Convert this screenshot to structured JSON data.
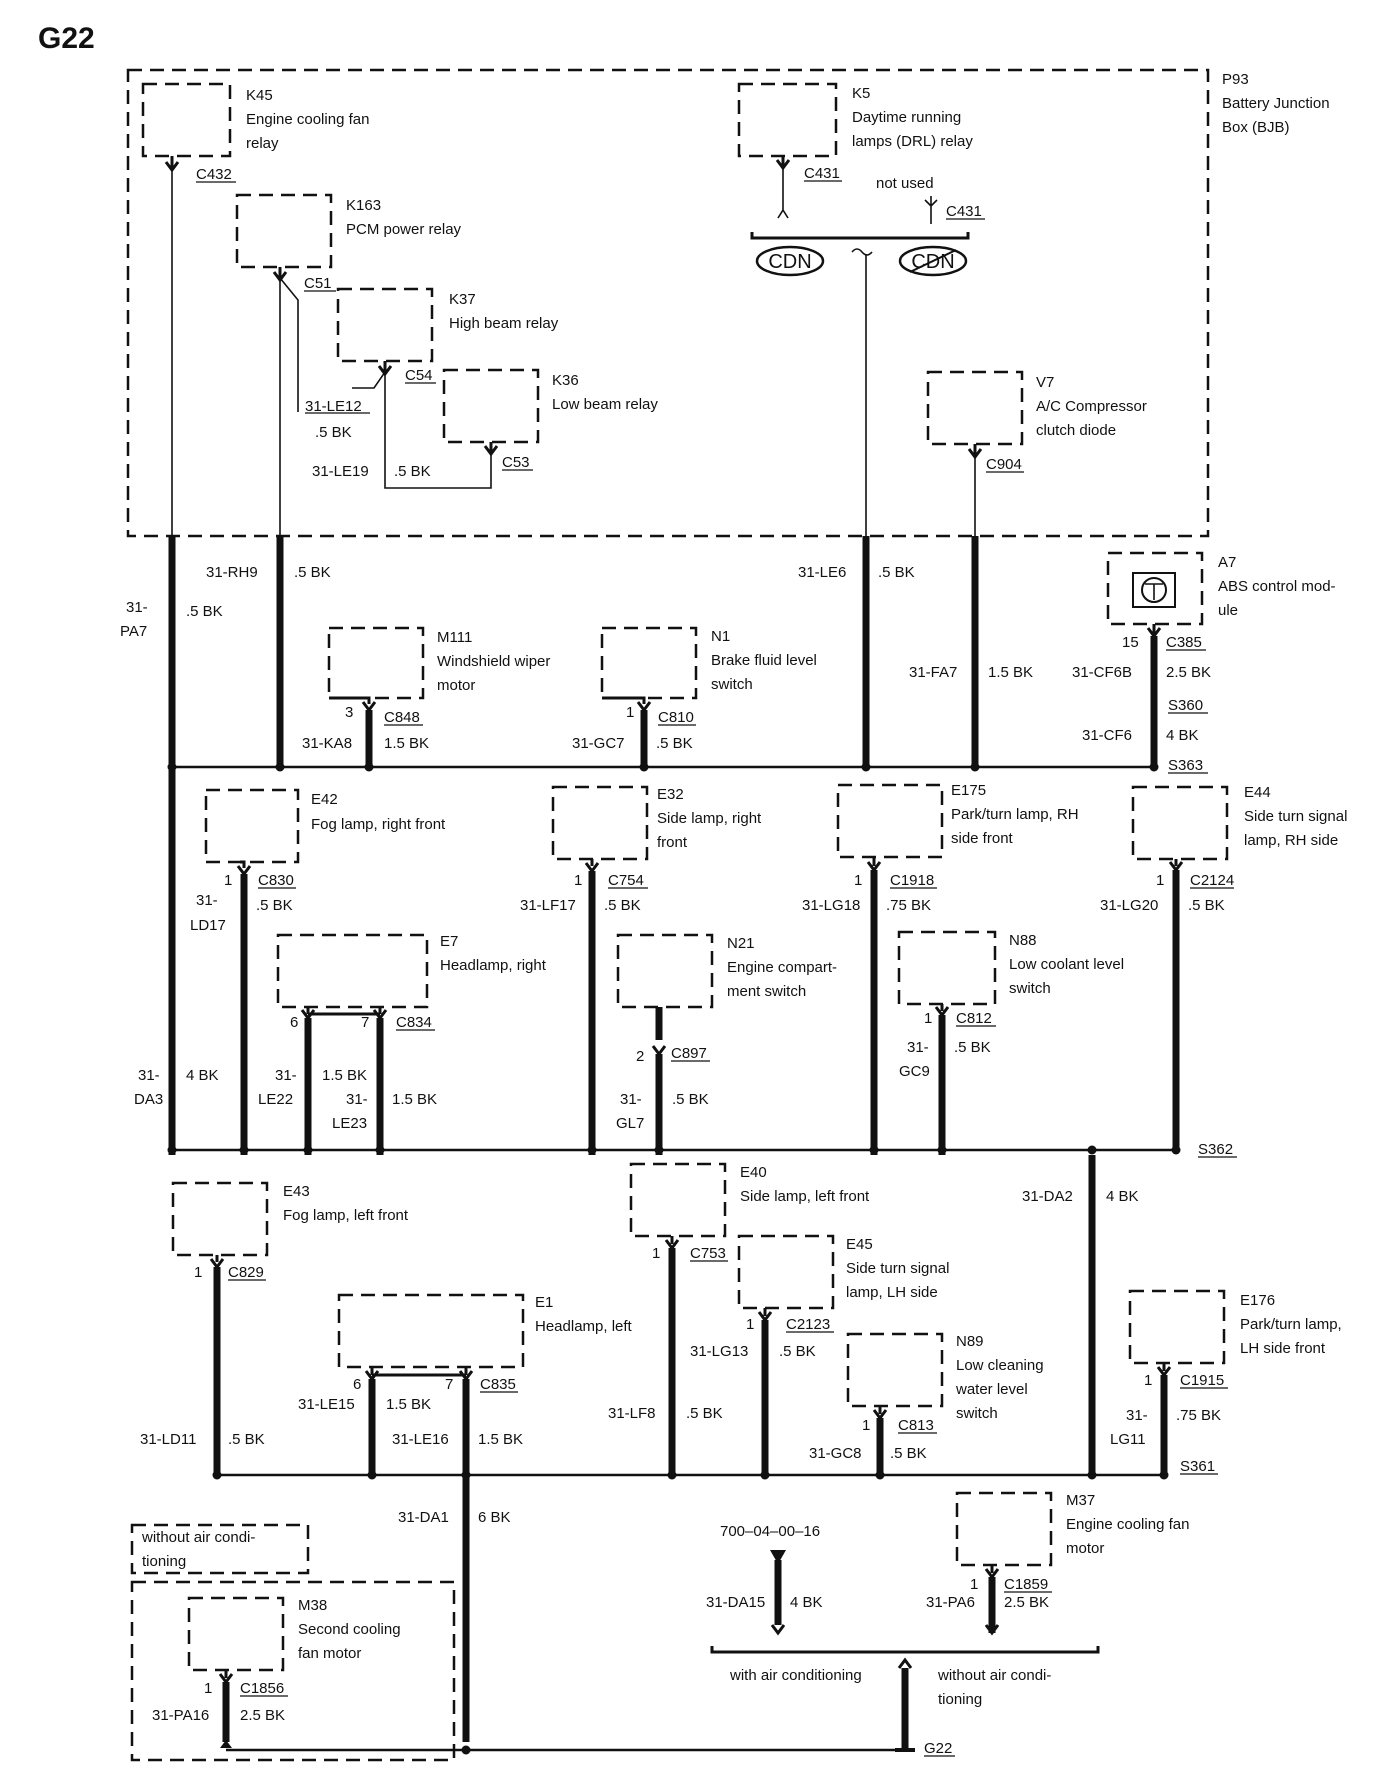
{
  "page_label": "G22",
  "bjb": {
    "id": "P93",
    "name_l1": "Battery Junction",
    "name_l2": "Box (BJB)"
  },
  "relays": {
    "k45": {
      "id": "K45",
      "l1": "Engine cooling fan",
      "l2": "relay",
      "conn": "C432"
    },
    "k163": {
      "id": "K163",
      "l1": "PCM power relay",
      "conn": "C51"
    },
    "k37": {
      "id": "K37",
      "l1": "High beam relay",
      "conn": "C54"
    },
    "k36": {
      "id": "K36",
      "l1": "Low beam relay",
      "conn": "C53"
    },
    "k5": {
      "id": "K5",
      "l1": "Daytime running",
      "l2": "lamps (DRL) relay",
      "conn": "C431"
    },
    "not_used": "not used",
    "not_used_conn": "C431",
    "cdn_left": "CDN",
    "cdn_right": "CDN",
    "v7": {
      "id": "V7",
      "l1": "A/C Compressor",
      "l2": "clutch diode",
      "conn": "C904"
    }
  },
  "bjb_wires": {
    "le12": "31-LE12",
    "le12_g": ".5 BK",
    "le19": "31-LE19",
    "le19_g": ".5 BK",
    "pa7_a": "31-",
    "pa7_b": "PA7",
    "pa7_g": ".5 BK",
    "rh9": "31-RH9",
    "rh9_g": ".5 BK",
    "le6": "31-LE6",
    "le6_g": ".5 BK",
    "fa7": "31-FA7",
    "fa7_g": "1.5 BK"
  },
  "a7": {
    "id": "A7",
    "l1": "ABS control mod-",
    "l2": "ule",
    "pin": "15",
    "conn": "C385",
    "w1": "31-CF6B",
    "w1g": "2.5 BK",
    "splice": "S360",
    "w2": "31-CF6",
    "w2g": "4 BK",
    "splice2": "S363"
  },
  "row1": {
    "m111": {
      "id": "M111",
      "l1": "Windshield wiper",
      "l2": "motor",
      "pin": "3",
      "conn": "C848",
      "wire": "31-KA8",
      "gauge": "1.5 BK"
    },
    "n1": {
      "id": "N1",
      "l1": "Brake fluid level",
      "l2": "switch",
      "pin": "1",
      "conn": "C810",
      "wire": "31-GC7",
      "gauge": ".5 BK"
    }
  },
  "row2": {
    "e42": {
      "id": "E42",
      "l1": "Fog lamp, right front",
      "pin": "1",
      "conn": "C830",
      "wire_a": "31-",
      "wire_b": "LD17",
      "gauge": ".5 BK"
    },
    "e32": {
      "id": "E32",
      "l1": "Side lamp, right",
      "l2": "front",
      "pin": "1",
      "conn": "C754",
      "wire": "31-LF17",
      "gauge": ".5 BK"
    },
    "e175": {
      "id": "E175",
      "l1": "Park/turn lamp, RH",
      "l2": "side front",
      "pin": "1",
      "conn": "C1918",
      "wire": "31-LG18",
      "gauge": ".75 BK"
    },
    "e44": {
      "id": "E44",
      "l1": "Side turn signal",
      "l2": "lamp, RH side",
      "pin": "1",
      "conn": "C2124",
      "wire": "31-LG20",
      "gauge": ".5 BK"
    },
    "e7": {
      "id": "E7",
      "l1": "Headlamp, right",
      "pin6": "6",
      "pin7": "7",
      "conn": "C834",
      "w22a": "31-",
      "w22b": "LE22",
      "w22g": "1.5 BK",
      "w23a": "31-",
      "w23b": "LE23",
      "w23g": "1.5 BK"
    },
    "n21": {
      "id": "N21",
      "l1": "Engine compart-",
      "l2": "ment switch",
      "pin": "2",
      "conn": "C897",
      "wire_a": "31-",
      "wire_b": "GL7",
      "gauge": ".5 BK"
    },
    "n88": {
      "id": "N88",
      "l1": "Low coolant level",
      "l2": "switch",
      "pin": "1",
      "conn": "C812",
      "wire_a": "31-",
      "wire_b": "GC9",
      "gauge": ".5 BK"
    },
    "da3_a": "31-",
    "da3_b": "DA3",
    "da3_g": "4 BK",
    "splice": "S362"
  },
  "row3": {
    "e43": {
      "id": "E43",
      "l1": "Fog lamp, left front",
      "pin": "1",
      "conn": "C829",
      "wire": "31-LD11",
      "gauge": ".5 BK"
    },
    "e1": {
      "id": "E1",
      "l1": "Headlamp, left",
      "pin6": "6",
      "pin7": "7",
      "conn": "C835",
      "w15": "31-LE15",
      "w15g": "1.5 BK",
      "w16": "31-LE16",
      "w16g": "1.5 BK"
    },
    "e40": {
      "id": "E40",
      "l1": "Side lamp, left front",
      "pin": "1",
      "conn": "C753",
      "wire": "31-LF8",
      "gauge": ".5 BK"
    },
    "e45": {
      "id": "E45",
      "l1": "Side turn signal",
      "l2": "lamp, LH side",
      "pin": "1",
      "conn": "C2123",
      "wire": "31-LG13",
      "gauge": ".5 BK"
    },
    "n89": {
      "id": "N89",
      "l1": "Low cleaning",
      "l2": "water level",
      "l3": "switch",
      "pin": "1",
      "conn": "C813",
      "wire": "31-GC8",
      "gauge": ".5 BK"
    },
    "e176": {
      "id": "E176",
      "l1": "Park/turn lamp,",
      "l2": "LH side front",
      "pin": "1",
      "conn": "C1915",
      "wire_a": "31-",
      "wire_b": "LG11",
      "gauge": ".75 BK"
    },
    "da2": "31-DA2",
    "da2_g": "4 BK",
    "splice": "S361"
  },
  "bottom": {
    "da1": "31-DA1",
    "da1_g": "6 BK",
    "no_ac_l1": "without air condi-",
    "no_ac_l2": "tioning",
    "m38": {
      "id": "M38",
      "l1": "Second cooling",
      "l2": "fan motor",
      "pin": "1",
      "conn": "C1856",
      "wire": "31-PA16",
      "gauge": "2.5 BK"
    },
    "ref": "700–04–00–16",
    "da15": "31-DA15",
    "da15_g": "4 BK",
    "m37": {
      "id": "M37",
      "l1": "Engine cooling fan",
      "l2": "motor",
      "pin": "1",
      "conn": "C1859",
      "wire": "31-PA6",
      "gauge": "2.5 BK"
    },
    "with_ac": "with air conditioning",
    "without_ac_l1": "without air condi-",
    "without_ac_l2": "tioning",
    "ground": "G22"
  }
}
